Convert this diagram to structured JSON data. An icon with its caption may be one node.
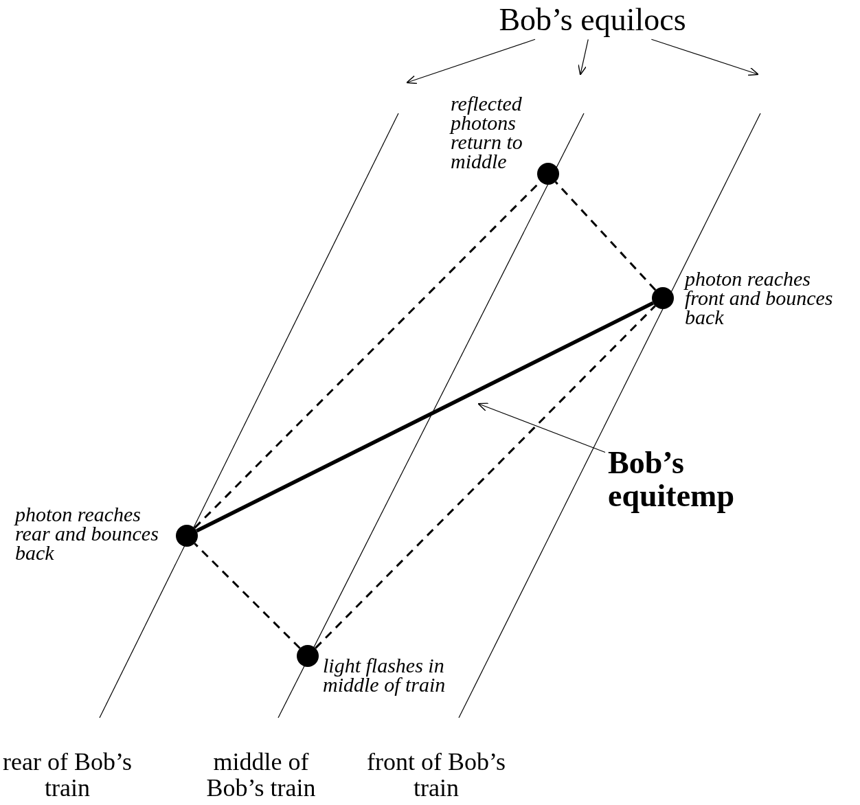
{
  "diagram": {
    "nodes": [
      {
        "text": [
          "Bob’s equilocs"
        ]
      },
      {
        "text": [],
        "shape": "circle",
        "beside": [
          "light flashes in middle of train"
        ]
      },
      {
        "text": [],
        "shape": "circle",
        "beside": [
          "photon reaches rear and bounces back"
        ]
      },
      {
        "text": [],
        "shape": "circle",
        "beside": [
          "photon reaches front and bounces back"
        ]
      },
      {
        "text": [],
        "shape": "circle",
        "beside": [
          "reflected photons return to middle"
        ]
      },
      {
        "text": [
          "Bob’s equitemp"
        ]
      }
    ],
    "edges": [
      {
        "from": 0,
        "to": null,
        "arrow": "to"
      },
      {
        "from": 0,
        "to": null,
        "arrow": "to"
      },
      {
        "from": 0,
        "to": null,
        "arrow": "to"
      },
      {
        "from": 1,
        "to": 2,
        "arrow": "none",
        "style": "dashed"
      },
      {
        "from": 1,
        "to": 3,
        "arrow": "none",
        "style": "dashed"
      },
      {
        "from": 2,
        "to": 4,
        "arrow": "none",
        "style": "dashed"
      },
      {
        "from": 3,
        "to": 4,
        "arrow": "none",
        "style": "dashed"
      },
      {
        "from": 2,
        "to": 3,
        "arrow": "none",
        "style": "thick"
      },
      {
        "from": 5,
        "to": null,
        "arrow": "to"
      }
    ],
    "labels": [
      "rear of Bob’s train",
      "middle of Bob’s train",
      "front of Bob’s train"
    ]
  }
}
